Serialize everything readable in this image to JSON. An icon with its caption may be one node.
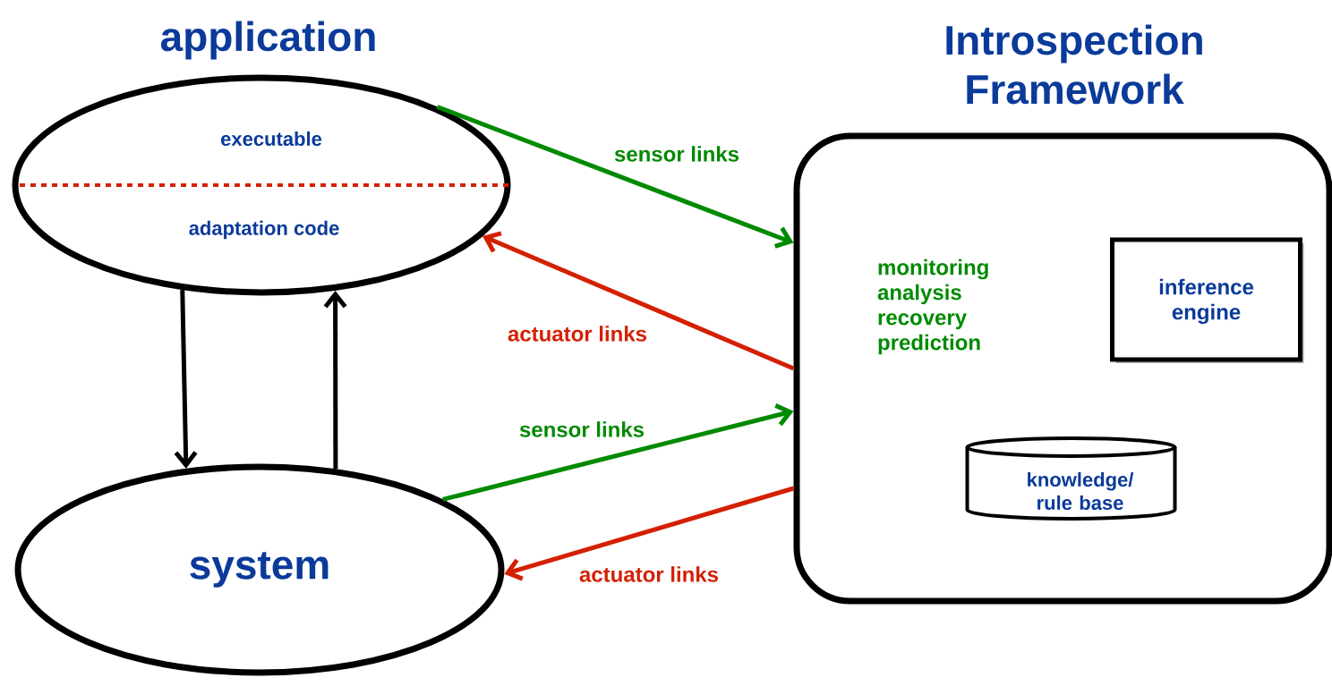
{
  "diagram": {
    "nodes": [
      {
        "text": [
          "application",
          "executable",
          "adaptation code"
        ]
      },
      {
        "text": [
          "system"
        ]
      },
      {
        "text": [
          "Introspection Framework",
          "monitoring analysis recovery prediction"
        ]
      },
      {
        "text": [
          "inference engine"
        ],
        "in": 2
      },
      {
        "text": [
          "knowledge/ rule base"
        ],
        "in": 2
      }
    ],
    "edges": [
      {
        "from": 0,
        "to": 2,
        "arrow": "to",
        "label": "sensor links",
        "color": "#008a00"
      },
      {
        "from": 2,
        "to": 0,
        "arrow": "to",
        "label": "actuator links",
        "color": "#d42000"
      },
      {
        "from": 0,
        "to": 1,
        "arrow": "to",
        "color": "#000000"
      },
      {
        "from": 1,
        "to": 0,
        "arrow": "to",
        "color": "#000000"
      },
      {
        "from": 1,
        "to": 2,
        "arrow": "to",
        "label": "sensor links",
        "color": "#008a00"
      },
      {
        "from": 2,
        "to": 1,
        "arrow": "to",
        "label": "actuator links",
        "color": "#d42000"
      }
    ]
  }
}
